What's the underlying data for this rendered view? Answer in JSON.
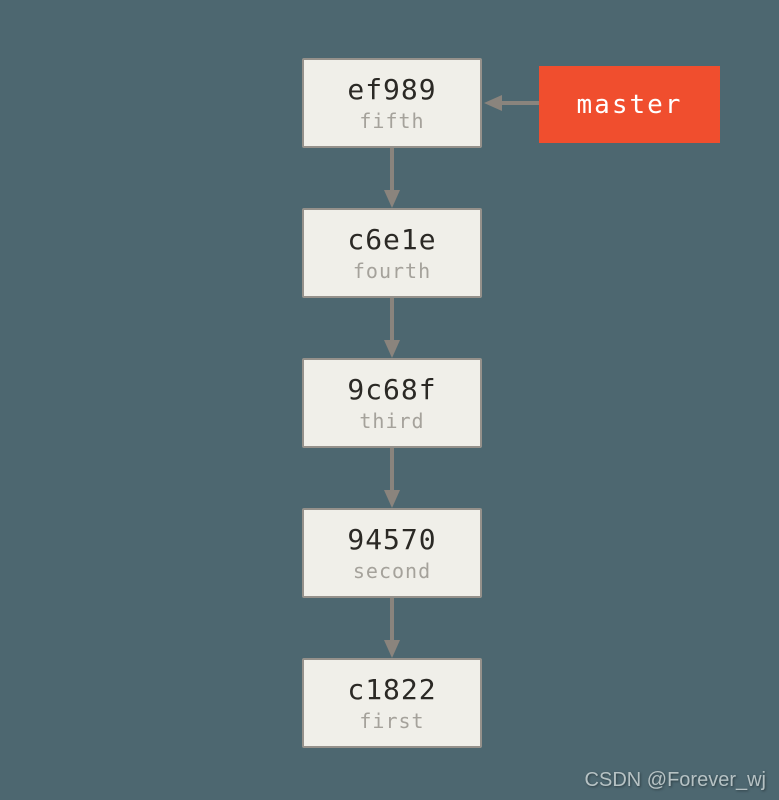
{
  "diagram": {
    "commits": [
      {
        "hash": "ef989",
        "label": "fifth"
      },
      {
        "hash": "c6e1e",
        "label": "fourth"
      },
      {
        "hash": "9c68f",
        "label": "third"
      },
      {
        "hash": "94570",
        "label": "second"
      },
      {
        "hash": "c1822",
        "label": "first"
      }
    ],
    "branch": {
      "name": "master",
      "points_to": "ef989"
    },
    "colors": {
      "background": "#4d6770",
      "commit_box_fill": "#f0efe9",
      "commit_box_border": "#95918b",
      "hash_text": "#2b2925",
      "label_text": "#a5a29b",
      "arrow": "#8a847d",
      "branch_fill": "#f04e2e",
      "branch_text": "#ffffff"
    }
  },
  "watermark": {
    "text": "CSDN @Forever_wj"
  }
}
